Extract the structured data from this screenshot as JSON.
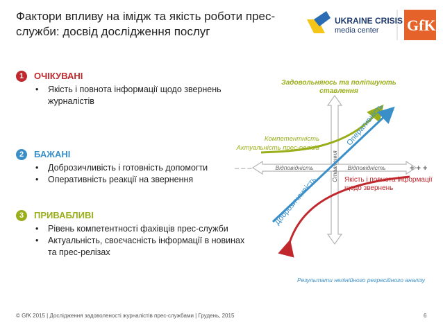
{
  "title": "Фактори впливу на імідж та якість роботи прес-служби: досвід дослідження послуг",
  "brand": {
    "ucmc_line1": "UKRAINE CRISIS",
    "ucmc_line2": "media center",
    "gfk": "GfK"
  },
  "sections": [
    {
      "number": "1",
      "title": "ОЧІКУВАНІ",
      "color": "#c0282d",
      "bullets": [
        "Якість і повнота інформації щодо звернень журналістів"
      ]
    },
    {
      "number": "2",
      "title": "БАЖАНІ",
      "color": "#3a8fc8",
      "bullets": [
        "Доброзичливість і готовність допомогти",
        "Оперативність реакції на звернення"
      ]
    },
    {
      "number": "3",
      "title": "ПРИВАБЛИВІ",
      "color": "#9aae1a",
      "bullets": [
        "Рівень компетентності фахівців прес-служби",
        "Актуальність, своєчасність інформації в новинах та прес-релізах"
      ]
    }
  ],
  "diagram": {
    "top_label_1": "Задовольняюсь та поліпшують",
    "top_label_2": "ставлення",
    "green_label_1": "Компетентність",
    "green_label_2": "Актуальність прес-релізів",
    "blue_curve_label_up": "Оперативність",
    "blue_curve_label_down": "Доброзичливість",
    "h_left_label": "Відповідність",
    "h_right_label": "Відповідність",
    "v_label": "Ставлення",
    "minus_signs": "– – –",
    "plus_signs": "+ + +",
    "red_label_1": "Якість і повнота інформації",
    "red_label_2": "щодо звернень",
    "analysis_note": "Результати нелінійного регресійного аналізу",
    "colors": {
      "green": "#9aae1a",
      "blue": "#3a8fc8",
      "red": "#c0282d",
      "axis": "#b5b5b5"
    }
  },
  "footer": "© GfK 2015 | Дослідження задоволеності журналістів прес-службами | Грудень, 2015",
  "page_number": "6"
}
